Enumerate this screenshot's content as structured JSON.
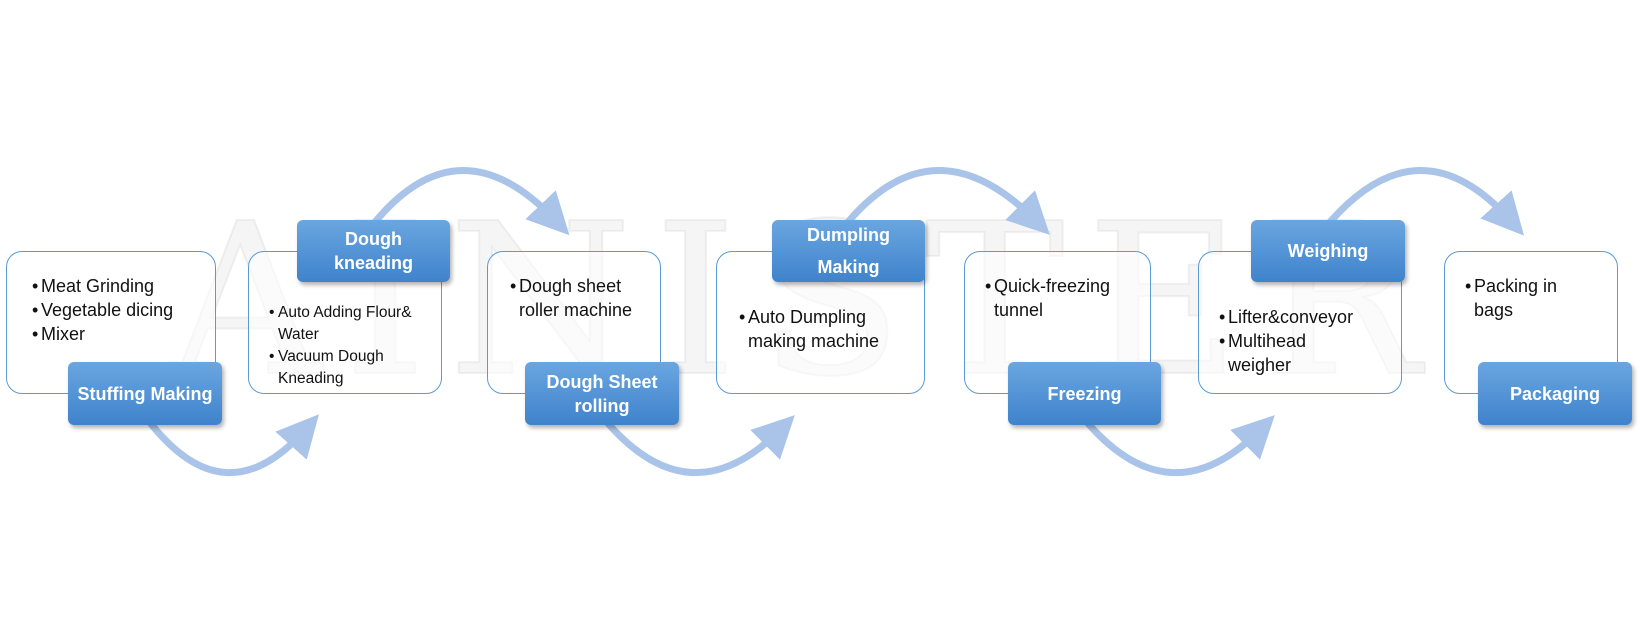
{
  "watermark": [
    "A",
    "I",
    "N",
    "I",
    "S",
    "T",
    "E",
    "R"
  ],
  "colors": {
    "accent": "#4a8fd4",
    "border": "#5b9bd5",
    "arrow": "#a9c4e8"
  },
  "steps": [
    {
      "title": "Stuffing Making",
      "items": [
        "Meat Grinding",
        "Vegetable dicing",
        "Mixer"
      ]
    },
    {
      "title": "Dough kneading",
      "items": [
        "Auto Adding Flour& Water",
        "Vacuum Dough Kneading"
      ]
    },
    {
      "title": "Dough Sheet rolling",
      "items": [
        "Dough sheet roller machine"
      ]
    },
    {
      "title": "Dumpling Making",
      "items": [
        "Auto Dumpling making machine"
      ]
    },
    {
      "title": "Freezing",
      "items": [
        "Quick-freezing tunnel"
      ]
    },
    {
      "title": "Weighing",
      "items": [
        "Lifter&conveyor",
        "Multihead weigher"
      ]
    },
    {
      "title": "Packaging",
      "items": [
        "Packing in bags"
      ]
    }
  ]
}
